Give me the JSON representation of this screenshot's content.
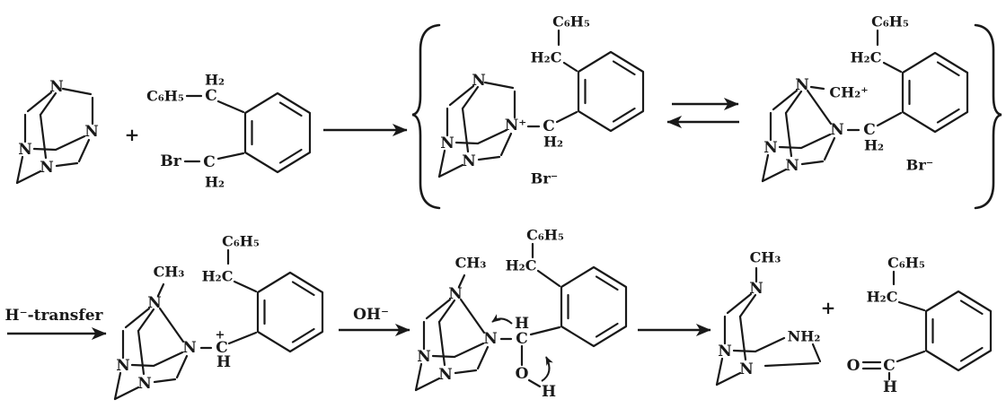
{
  "scheme": {
    "type": "chemical-reaction-mechanism",
    "description": "Urotropine (hexamethylenetetramine) reacting with an ortho-benzyl benzyl bromide: quaternization, ring-opening equilibrium, hydride transfer, hydroxide attack and hydrolysis to the aldehyde",
    "colors": {
      "ink": "#191919",
      "background": "#ffffff"
    },
    "labels": {
      "N": "N",
      "N_plus": "N⁺",
      "C": "C",
      "H": "H",
      "O": "O",
      "H2": "H₂",
      "H2C": "H₂C",
      "CH3": "CH₃",
      "C6H5": "C₆H₅",
      "CH2_plus": "CH₂⁺",
      "Br": "Br",
      "Br_minus": "Br⁻",
      "NH2": "NH₂",
      "plus": "+",
      "plus_charge": "+",
      "oh_minus": "OH⁻",
      "h_transfer": "H⁻-transfer"
    }
  }
}
